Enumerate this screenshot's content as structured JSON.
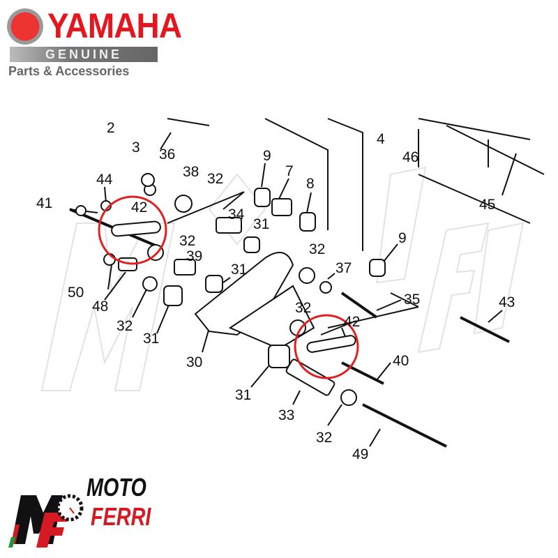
{
  "brand": {
    "name": "YAMAHA",
    "genuine": "GENUINE",
    "tagline": "Parts & Accessories"
  },
  "dealer_logo": {
    "moto": "MOTO",
    "ferri": "FERRI",
    "monogram": "MF"
  },
  "watermark": "MOTO FERRI",
  "parts": [
    {
      "id": "p2",
      "num": "2"
    },
    {
      "id": "p3",
      "num": "3"
    },
    {
      "id": "p36",
      "num": "36"
    },
    {
      "id": "p38",
      "num": "38"
    },
    {
      "id": "p32a",
      "num": "32"
    },
    {
      "id": "p44",
      "num": "44"
    },
    {
      "id": "p41",
      "num": "41"
    },
    {
      "id": "p42a",
      "num": "42"
    },
    {
      "id": "p9a",
      "num": "9"
    },
    {
      "id": "p7",
      "num": "7"
    },
    {
      "id": "p8",
      "num": "8"
    },
    {
      "id": "p4",
      "num": "4"
    },
    {
      "id": "p46",
      "num": "46"
    },
    {
      "id": "p45",
      "num": "45"
    },
    {
      "id": "p34",
      "num": "34"
    },
    {
      "id": "p31a",
      "num": "31"
    },
    {
      "id": "p32b",
      "num": "32"
    },
    {
      "id": "p9b",
      "num": "9"
    },
    {
      "id": "p32c",
      "num": "32"
    },
    {
      "id": "p39",
      "num": "39"
    },
    {
      "id": "p31b",
      "num": "31"
    },
    {
      "id": "p37",
      "num": "37"
    },
    {
      "id": "p50",
      "num": "50"
    },
    {
      "id": "p48",
      "num": "48"
    },
    {
      "id": "p35",
      "num": "35"
    },
    {
      "id": "p43",
      "num": "43"
    },
    {
      "id": "p32d",
      "num": "32"
    },
    {
      "id": "p31c",
      "num": "31"
    },
    {
      "id": "p32e",
      "num": "32"
    },
    {
      "id": "p42b",
      "num": "42"
    },
    {
      "id": "p30",
      "num": "30"
    },
    {
      "id": "p40",
      "num": "40"
    },
    {
      "id": "p31d",
      "num": "31"
    },
    {
      "id": "p33",
      "num": "33"
    },
    {
      "id": "p32f",
      "num": "32"
    },
    {
      "id": "p49",
      "num": "49"
    }
  ],
  "highlight_color": "#e02020"
}
